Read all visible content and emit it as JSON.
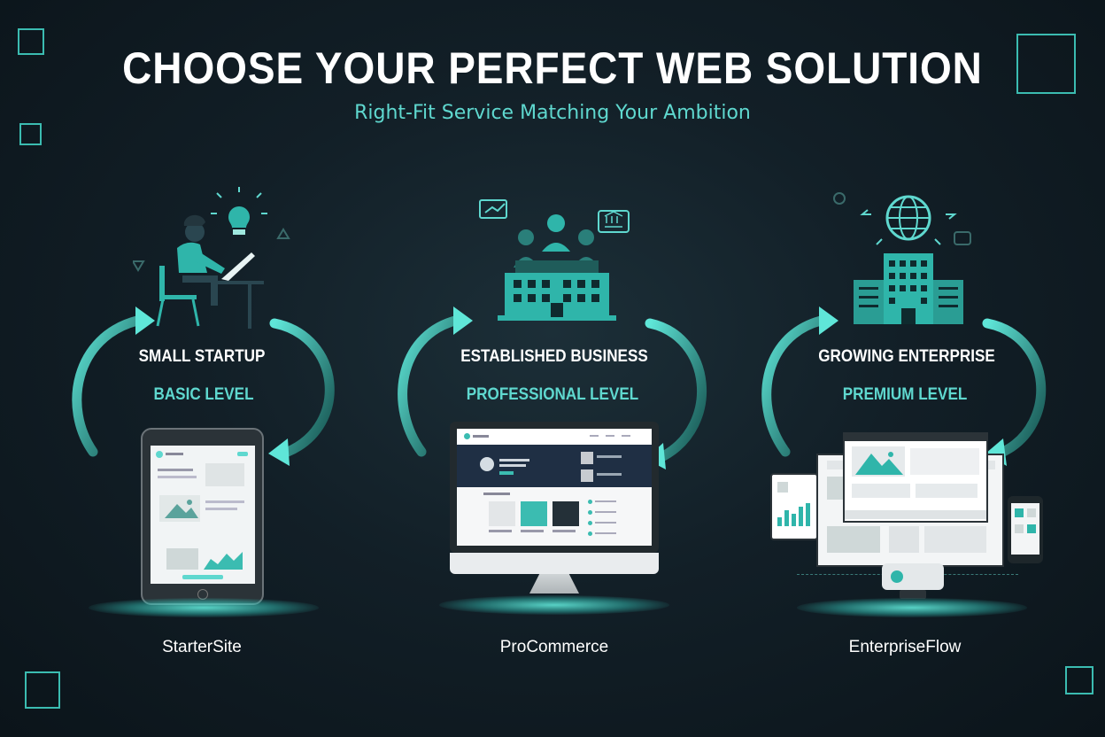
{
  "header": {
    "title": "CHOOSE YOUR PERFECT WEB SOLUTION",
    "subtitle": "Right-Fit Service Matching Your Ambition"
  },
  "tiers": [
    {
      "heading": "SMALL STARTUP",
      "level": "BASIC LEVEL",
      "product": "StarterSite",
      "device_icon": "tablet-icon",
      "hero_icon": "person-laptop-icon"
    },
    {
      "heading": "ESTABLISHED BUSINESS",
      "level": "PROFESSIONAL LEVEL",
      "product": "ProCommerce",
      "device_icon": "desktop-monitor-icon",
      "hero_icon": "team-building-icon"
    },
    {
      "heading": "GROWING ENTERPRISE",
      "level": "PREMIUM LEVEL",
      "product": "EnterpriseFlow",
      "device_icon": "multi-device-icon",
      "hero_icon": "globe-building-icon"
    }
  ],
  "colors": {
    "accent": "#5fd8cf",
    "accent_dark": "#2aa89e",
    "background": "#121f27",
    "text": "#ffffff"
  }
}
